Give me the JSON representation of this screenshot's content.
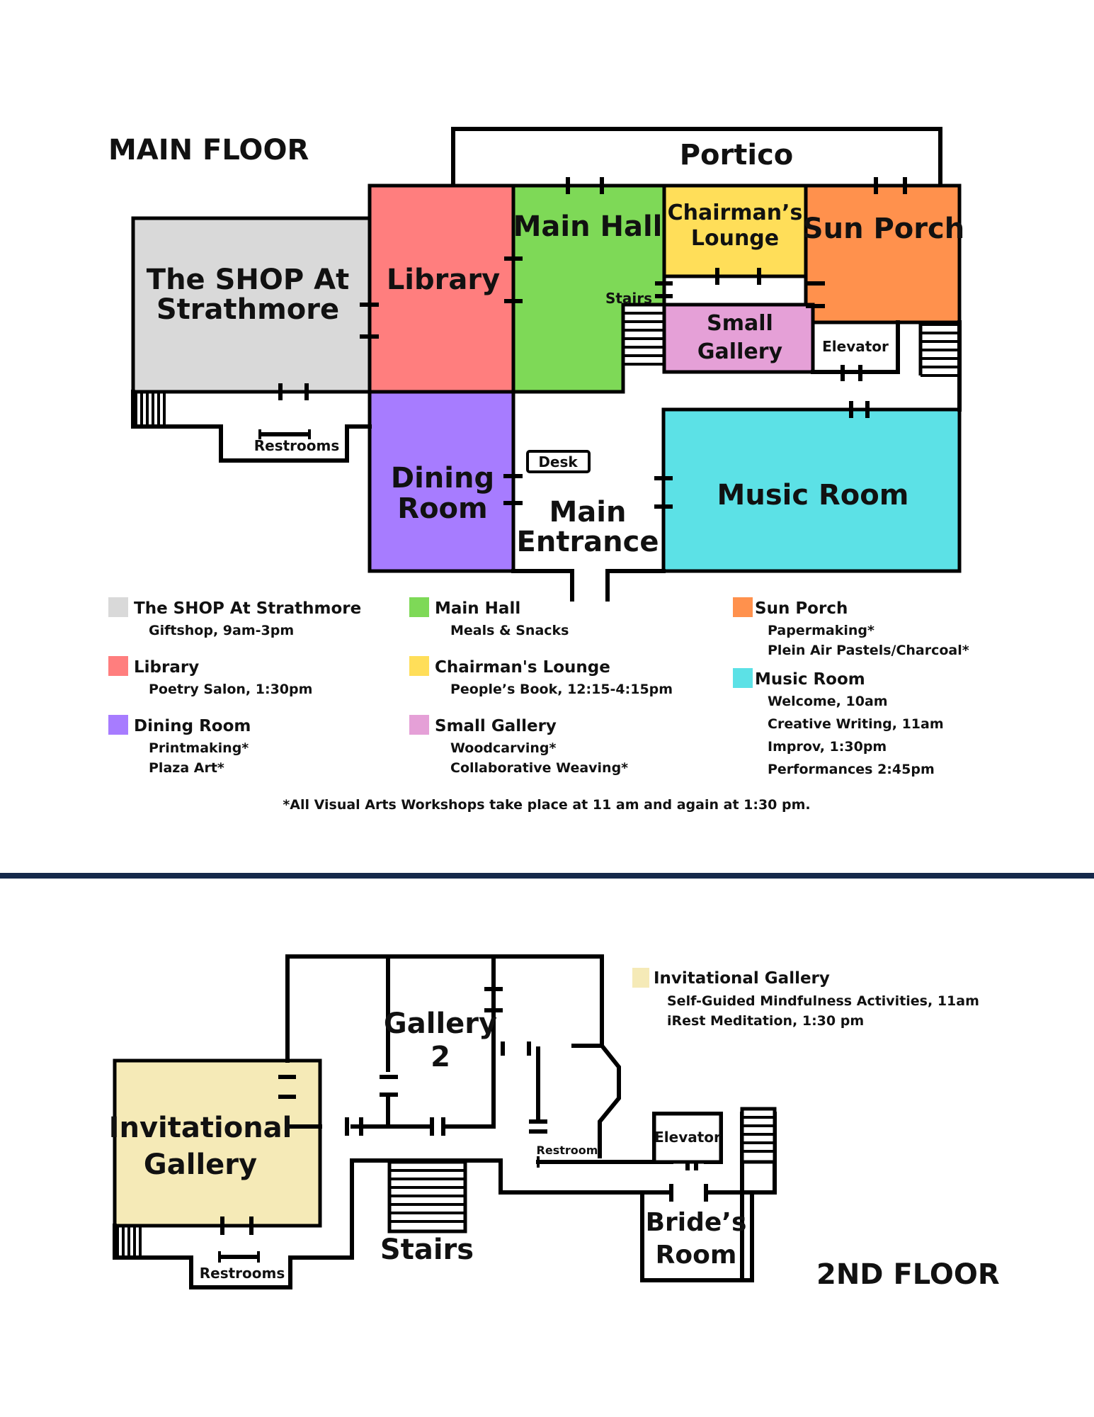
{
  "main_floor": {
    "title": "MAIN FLOOR",
    "rooms": {
      "portico": "Portico",
      "shop_line1": "The SHOP At",
      "shop_line2": "Strathmore",
      "library": "Library",
      "main_hall": "Main Hall",
      "chairmans_line1": "Chairman’s",
      "chairmans_line2": "Lounge",
      "sun_porch": "Sun Porch",
      "stairs": "Stairs",
      "small_gallery_line1": "Small",
      "small_gallery_line2": "Gallery",
      "elevator": "Elevator",
      "restrooms": "Restrooms",
      "desk": "Desk",
      "dining_line1": "Dining",
      "dining_line2": "Room",
      "entrance_line1": "Main",
      "entrance_line2": "Entrance",
      "music_room": "Music Room"
    },
    "colors": {
      "shop": "#d9d9d9",
      "library": "#ff7e7e",
      "main_hall": "#7ed957",
      "chairmans": "#ffde59",
      "sun_porch": "#ff914d",
      "small_gallery": "#e5a0d7",
      "dining": "#a77cff",
      "music": "#5ce1e6"
    },
    "legend": {
      "shop": {
        "title": "The SHOP At Strathmore",
        "lines": [
          "Giftshop, 9am-3pm"
        ]
      },
      "library": {
        "title": "Library",
        "lines": [
          "Poetry Salon, 1:30pm"
        ]
      },
      "dining": {
        "title": "Dining Room",
        "lines": [
          "Printmaking*",
          "Plaza Art*"
        ]
      },
      "main_hall": {
        "title": "Main Hall",
        "lines": [
          "Meals & Snacks"
        ]
      },
      "chairmans": {
        "title": "Chairman's Lounge",
        "lines": [
          "People’s Book, 12:15-4:15pm"
        ]
      },
      "small_gallery": {
        "title": "Small Gallery",
        "lines": [
          "Woodcarving*",
          "Collaborative Weaving*"
        ]
      },
      "sun_porch": {
        "title": "Sun Porch",
        "lines": [
          "Papermaking*",
          "Plein Air Pastels/Charcoal*"
        ]
      },
      "music": {
        "title": "Music Room",
        "lines": [
          "Welcome, 10am",
          "Creative Writing, 11am",
          "Improv, 1:30pm",
          "Performances 2:45pm"
        ]
      }
    },
    "footnote": "*All Visual Arts Workshops take place at 11 am and again at 1:30 pm."
  },
  "divider_color": "#15294b",
  "second_floor": {
    "title": "2ND FLOOR",
    "rooms": {
      "gallery2_line1": "Gallery",
      "gallery2_line2": "2",
      "invitational_line1": "Invitational",
      "invitational_line2": "Gallery",
      "restroom": "Restroom",
      "elevator": "Elevator",
      "restrooms": "Restrooms",
      "stairs": "Stairs",
      "brides_line1": "Bride’s",
      "brides_line2": "Room"
    },
    "colors": {
      "invitational": "#f5eab7"
    },
    "legend": {
      "invitational": {
        "title": "Invitational Gallery",
        "lines": [
          "Self-Guided Mindfulness Activities, 11am",
          "iRest Meditation, 1:30 pm"
        ]
      }
    }
  }
}
